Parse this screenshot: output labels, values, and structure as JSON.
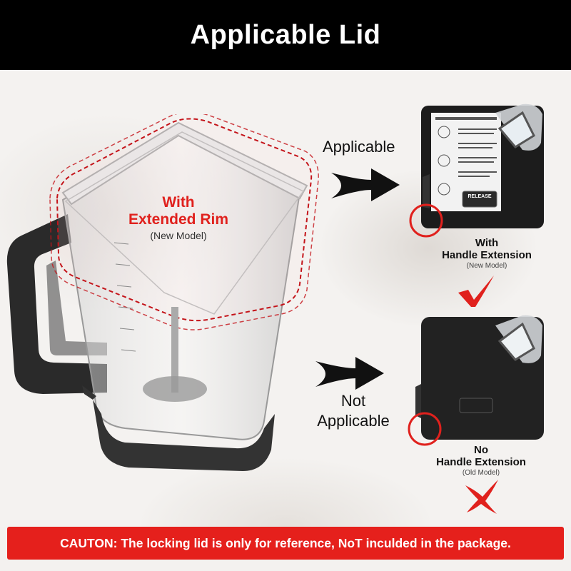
{
  "header": {
    "title": "Applicable Lid"
  },
  "blender": {
    "rim_line1": "With",
    "rim_line2": "Extended Rim",
    "rim_line3": "(New Model)"
  },
  "applicable": {
    "label": "Applicable",
    "lid_release_label": "RELEASE",
    "caption_line1": "With",
    "caption_line2": "Handle Extension",
    "caption_line3": "(New Model)",
    "verdict_icon": "checkmark-icon"
  },
  "not_applicable": {
    "label_line1": "Not",
    "label_line2": "Applicable",
    "caption_line1": "No",
    "caption_line2": "Handle Extension",
    "caption_line3": "(Old Model)",
    "verdict_icon": "cross-icon"
  },
  "caution": {
    "text": "CAUTON: The locking lid is only for reference, NoT inculded in the package."
  },
  "colors": {
    "accent_red": "#e0211d",
    "header_bg": "#000000",
    "caution_bg": "#e5201c"
  }
}
